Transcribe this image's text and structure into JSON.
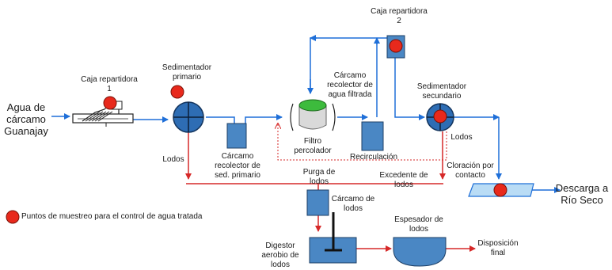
{
  "labels": {
    "inlet": "Agua de cárcamo Guanajay",
    "splitter1": "Caja repartidora 1",
    "primary_settler": "Sedimentador primario",
    "splitter2": "Caja repartidora 2",
    "filtered_sump": "Cárcamo recolector de agua filtrada",
    "secondary_settler": "Sedimentador secundario",
    "sludge_left": "Lodos",
    "primary_sump": "Cárcamo recolector de sed. primario",
    "trickling_filter": "Filtro percolador",
    "recirculation": "Recirculación",
    "sludge_right": "Lodos",
    "chlorination": "Cloración por contacto",
    "discharge": "Descarga a Río Seco",
    "excess_sludge": "Excedente de lodos",
    "sludge_purge": "Purga de lodos",
    "sludge_sump": "Cárcamo de lodos",
    "thickener": "Espesador de lodos",
    "digester": "Digestor aerobio de lodos",
    "final_disposal": "Disposición final",
    "legend": "Puntos de muestreo para el control de agua tratada"
  },
  "colors": {
    "flow_line": "#1f6fd8",
    "sludge_line": "#d62828",
    "unit_fill": "#4a87c4",
    "unit_stroke": "#1d3f66",
    "sample_point": "#e8291c",
    "chlorination_fill": "#b9dcf5",
    "filter_media": "#3dbb3d"
  }
}
